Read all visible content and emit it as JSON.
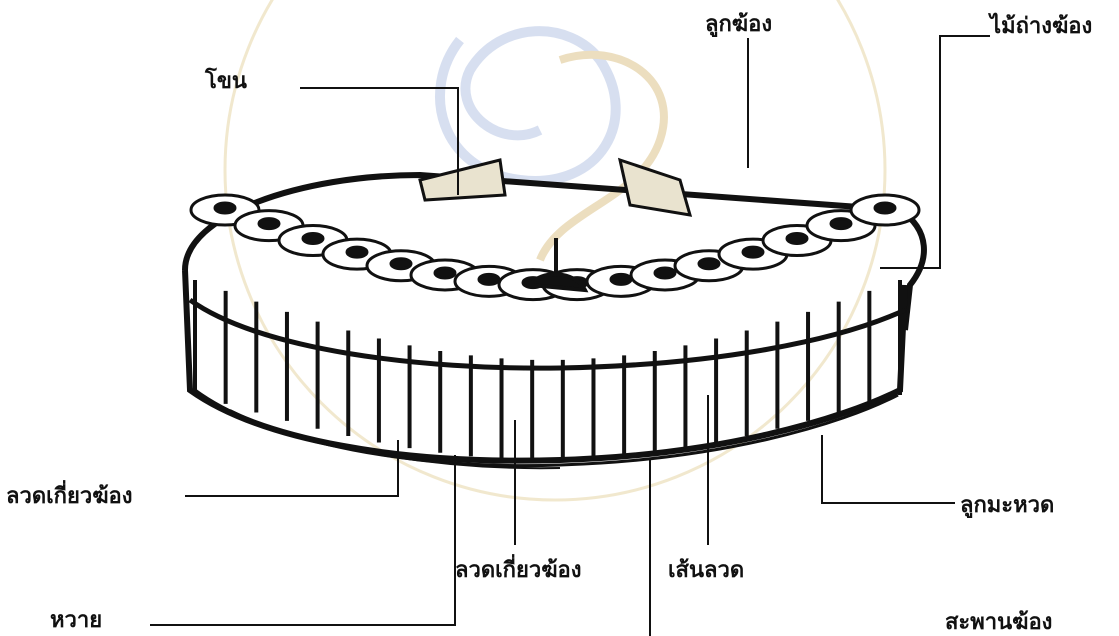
{
  "labels": {
    "khon": "โขน",
    "luk_khong": "ลูกฆ้อง",
    "mai_thang_khong": "ไม้ถ่างฆ้อง",
    "luat_kiao_khong_left": "ลวดเกี่ยวฆ้อง",
    "luat_kiao_khong_center": "ลวดเกี่ยวฆ้อง",
    "sen_luat": "เส้นลวด",
    "luk_mahuat": "ลูกมะหวด",
    "hwai": "หวาย",
    "saphan_khong": "สะพานฆ้อง"
  },
  "colors": {
    "ink": "#111111",
    "watermark": "#c9a24a",
    "watermark_blue": "#8fa6d6"
  }
}
